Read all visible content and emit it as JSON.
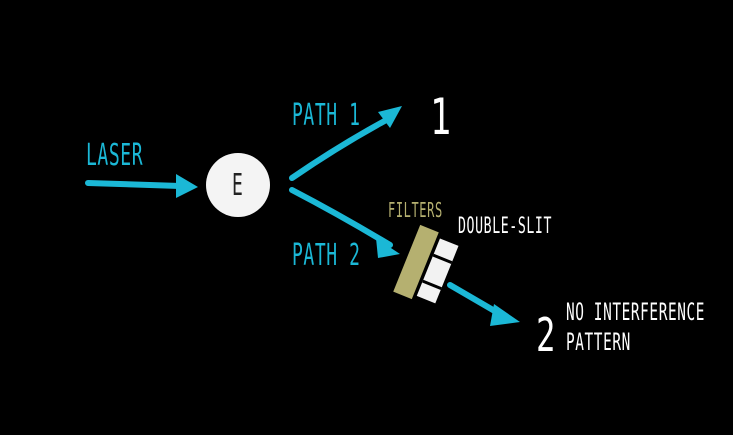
{
  "labels": {
    "laser": "LASER",
    "path1": "PATH 1",
    "path2": "PATH 2",
    "splitter": "E",
    "detector1": "1",
    "detector2": "2",
    "filters": "FILTERS",
    "double_slit": "DOUBLE-SLIT",
    "result_line1": "NO INTERFERENCE",
    "result_line2": "PATTERN"
  },
  "colors": {
    "arrow": "#1bb8d6",
    "filter": "#b5b070",
    "slit": "#f2f2f2",
    "text": "#ffffff",
    "background": "#000000"
  }
}
